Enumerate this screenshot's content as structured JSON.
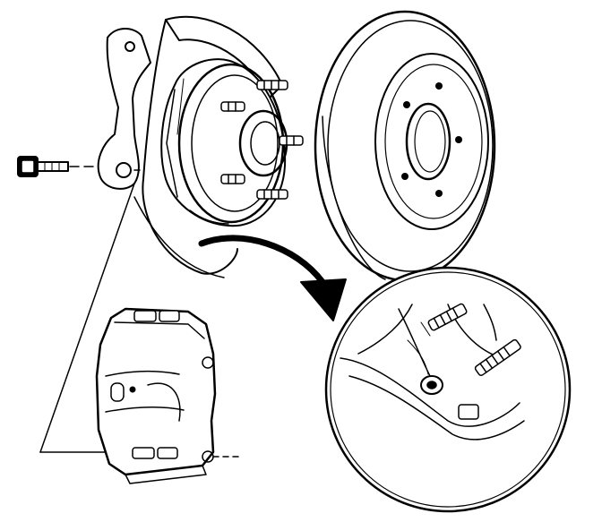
{
  "figure": {
    "kind": "exploded technical line drawing",
    "labels": [],
    "colors": {
      "ink": "#000000",
      "paper": "#ffffff"
    },
    "parts": [
      "bolt",
      "steering-knuckle",
      "dust-shield",
      "hub-and-bearing",
      "wheel-studs",
      "brake-rotor",
      "brake-caliper",
      "detail-callout-arrow",
      "detail-magnifier-circle"
    ]
  }
}
